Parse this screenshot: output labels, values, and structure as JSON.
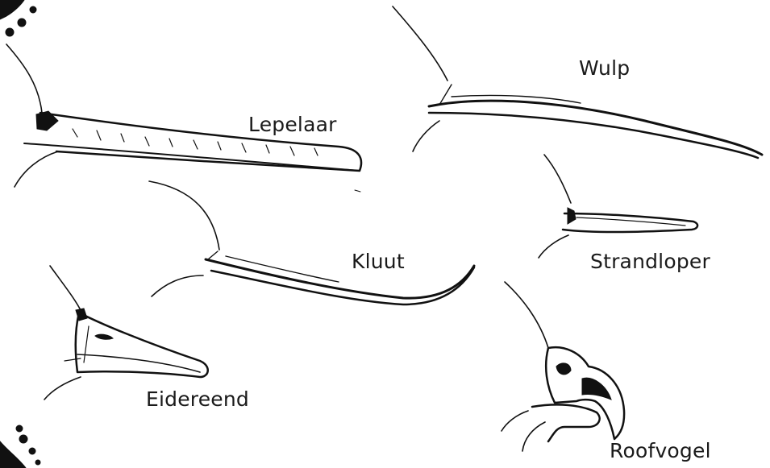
{
  "labels": {
    "lepelaar": "Lepelaar",
    "wulp": "Wulp",
    "kluut": "Kluut",
    "strandloper": "Strandloper",
    "eidereend": "Eidereend",
    "roofvogel": "Roofvogel"
  },
  "colors": {
    "ink": "#111111",
    "background": "#ffffff"
  }
}
